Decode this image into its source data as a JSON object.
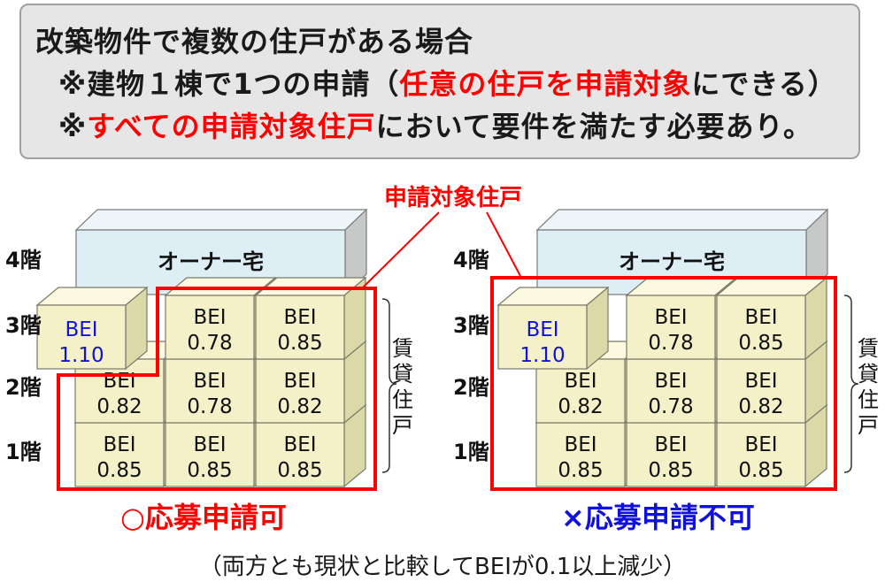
{
  "header": {
    "line1": "改築物件で複数の住戸がある場合",
    "line2_pre": "※建物１棟で1つの申請（",
    "line2_red": "任意の住戸を申請対象",
    "line2_post": "にできる）",
    "line3_pre": "※",
    "line3_red": "すべての申請対象住戸",
    "line3_post": "において要件を満たす必要あり。"
  },
  "target_label": "申請対象住戸",
  "floors": [
    "4階",
    "3階",
    "2階",
    "1階"
  ],
  "owner_label": "オーナー宅",
  "rental_label": [
    "賃",
    "貸",
    "住",
    "戸"
  ],
  "cells": {
    "f3_left": {
      "l1": "BEI",
      "l2": "1.10"
    },
    "f3_mid": {
      "l1": "BEI",
      "l2": "0.78"
    },
    "f3_right": {
      "l1": "BEI",
      "l2": "0.85"
    },
    "f2_left": {
      "l1": "BEI",
      "l2": "0.82"
    },
    "f2_mid": {
      "l1": "BEI",
      "l2": "0.78"
    },
    "f2_right": {
      "l1": "BEI",
      "l2": "0.82"
    },
    "f1_left": {
      "l1": "BEI",
      "l2": "0.85"
    },
    "f1_mid": {
      "l1": "BEI",
      "l2": "0.85"
    },
    "f1_right": {
      "l1": "BEI",
      "l2": "0.85"
    }
  },
  "result_left": "○応募申請可",
  "result_right": "×応募申請不可",
  "footer": "（両方とも現状と比較してBEIが0.1以上減少）",
  "colors": {
    "red": "#ff0000",
    "blue": "#1010e0",
    "box_fill": "#f4f1c8",
    "box_side": "#dcd9a8",
    "owner_fill": "#ddeef5",
    "owner_side": "#c7c8c8"
  }
}
